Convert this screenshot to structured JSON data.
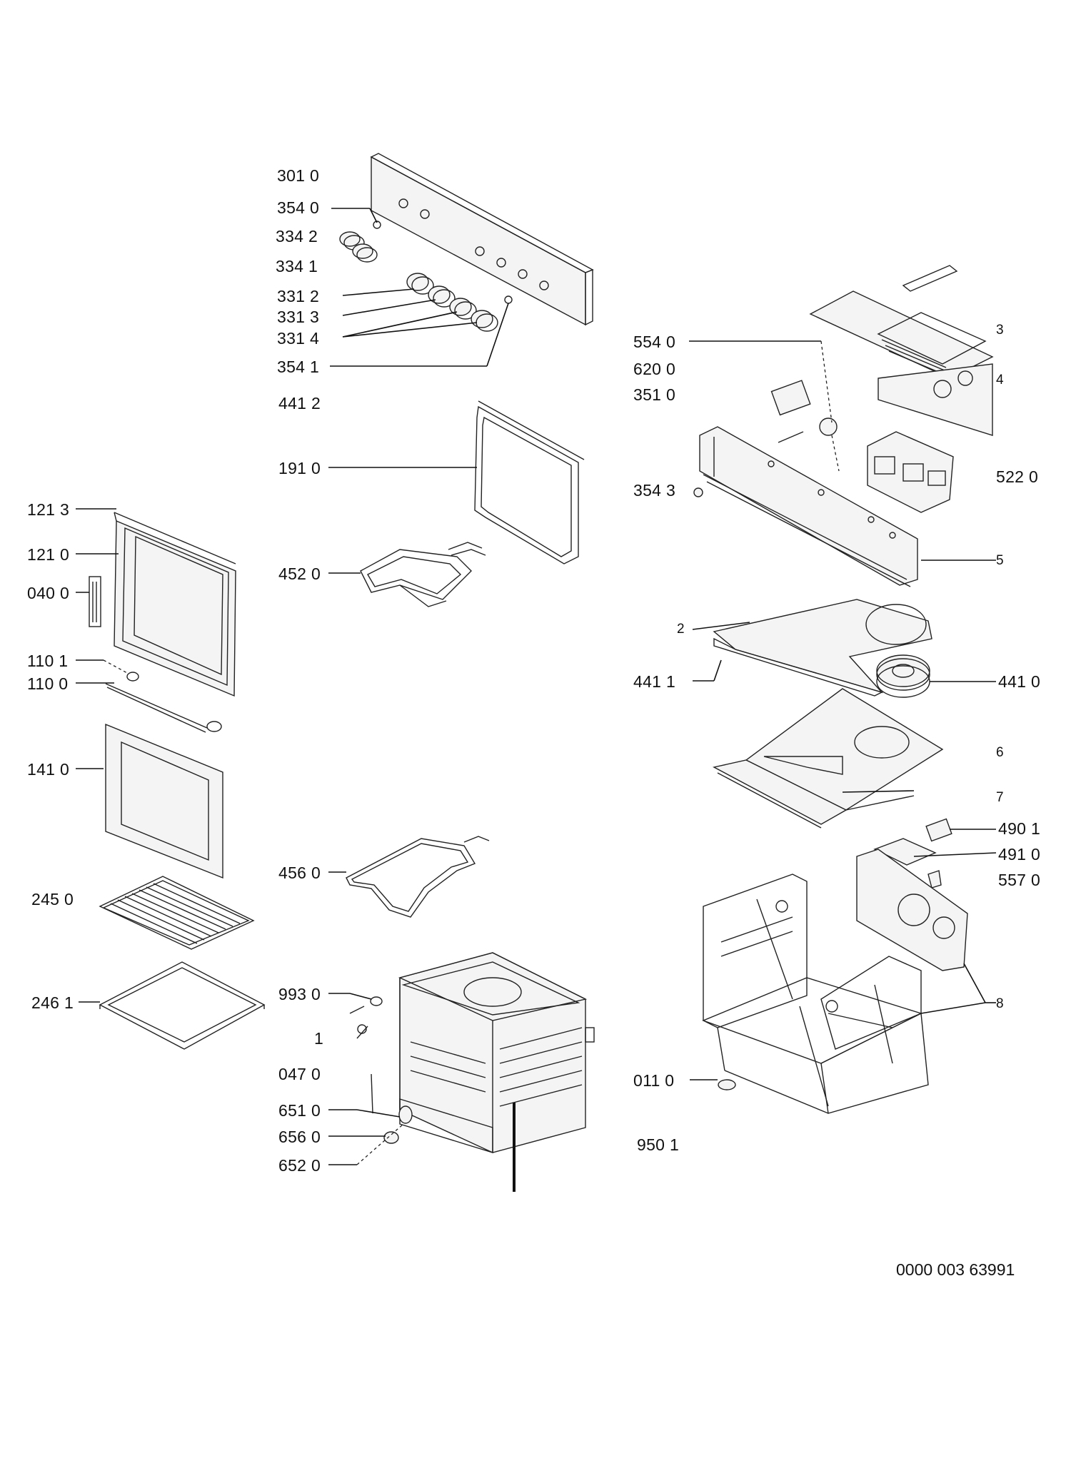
{
  "labels": {
    "p3010": "301 0",
    "p3540": "354 0",
    "p3342": "334 2",
    "p3341": "334 1",
    "p3312": "331 2",
    "p3313": "331 3",
    "p3314": "331 4",
    "p3541": "354 1",
    "p4412": "441 2",
    "p1910": "191 0",
    "p4520": "452 0",
    "p4560": "456 0",
    "p9930": "993 0",
    "p1": "1",
    "p0470": "047 0",
    "p6510": "651 0",
    "p6560": "656 0",
    "p6520": "652 0",
    "p1213": "121 3",
    "p1210": "121 0",
    "p0400": "040 0",
    "p1101": "110 1",
    "p1100": "110 0",
    "p1410": "141 0",
    "p2450": "245 0",
    "p2461": "246 1",
    "p5540": "554 0",
    "p6200": "620 0",
    "p3510": "351 0",
    "p3543": "354 3",
    "p3": "3",
    "p4": "4",
    "p5220": "522 0",
    "p5": "5",
    "p2": "2",
    "p4411": "441 1",
    "p4410": "441 0",
    "p6": "6",
    "p7": "7",
    "p4901": "490 1",
    "p4910": "491 0",
    "p5570": "557 0",
    "p8": "8",
    "p0110": "011 0",
    "p9501": "950 1"
  },
  "document_number": "0000 003 63991"
}
